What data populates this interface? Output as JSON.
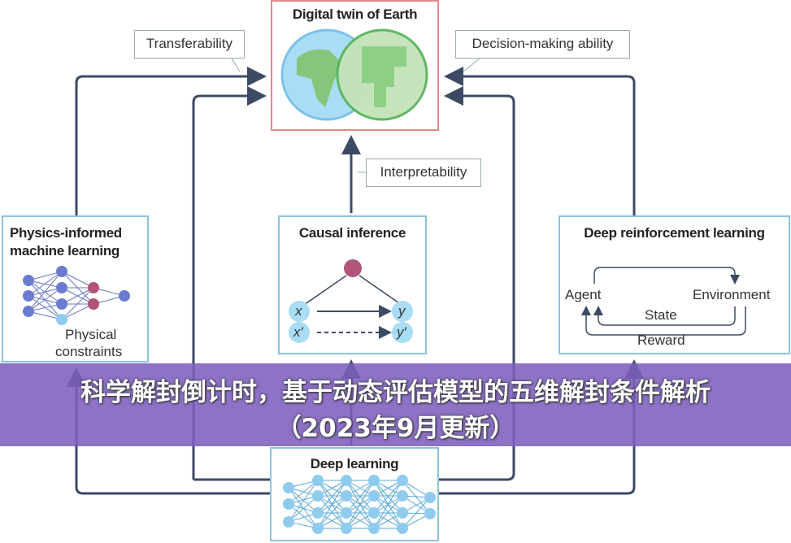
{
  "top": {
    "title": "Digital twin of Earth"
  },
  "callouts": {
    "transferability": "Transferability",
    "decision": "Decision-making ability",
    "interpretability": "Interpretability"
  },
  "physics": {
    "title_line1": "Physics-informed",
    "title_line2": "machine learning",
    "constraint_line1": "Physical",
    "constraint_line2": "constraints"
  },
  "causal": {
    "title": "Causal inference",
    "x": "x",
    "y": "y",
    "x_prime": "x′",
    "y_prime": "y′"
  },
  "drl": {
    "title": "Deep reinforcement learning",
    "agent": "Agent",
    "environment": "Environment",
    "state": "State",
    "reward": "Reward"
  },
  "deep": {
    "title": "Deep learning"
  },
  "banner": {
    "line1": "科学解封倒计时，基于动态评估模型的五维解封条件解析",
    "line2": "（2023年9月更新）"
  },
  "colors": {
    "line": "#3d4a63",
    "node_blue": "#8ecbef",
    "node_red": "#b0547a",
    "accent_red": "#e08a87",
    "box_blue": "#8cc3df"
  }
}
